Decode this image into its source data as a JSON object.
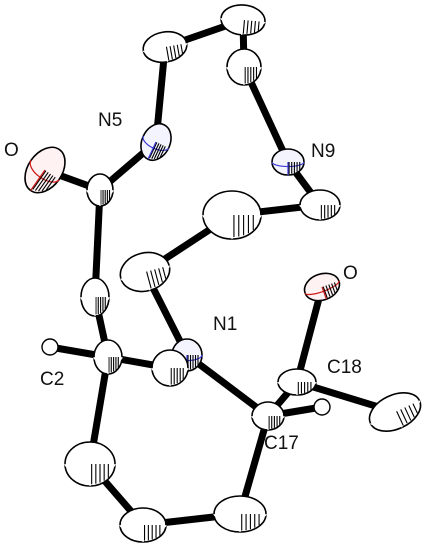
{
  "labels": {
    "o_left": "O",
    "n5": "N5",
    "n9": "N9",
    "o_right": "O",
    "n1": "N1",
    "c2": "C2",
    "c18": "C18",
    "c17": "C17"
  },
  "colors": {
    "carbon": "#ffffff",
    "nitrogen": "#3a3ad8",
    "oxygen": "#d01818",
    "bond": "#000000",
    "text": "#111111"
  }
}
